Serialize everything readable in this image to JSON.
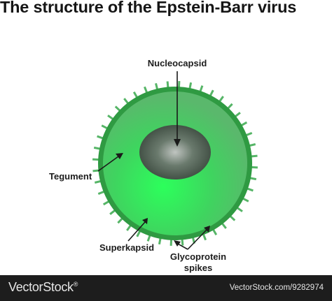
{
  "title": "The structure of the Epstein-Barr virus",
  "labels": {
    "nucleocapsid": "Nucleocapsid",
    "tegument": "Tegument",
    "superkapsid": "Superkapsid",
    "glycoprotein_line1": "Glycoprotein",
    "glycoprotein_line2": "spikes"
  },
  "footer": {
    "brand": "VectorStock",
    "registered": "®",
    "url": "VectorStock.com/9282974"
  },
  "colors": {
    "tegument": "#3fd45f",
    "envelope": "#2f9a42",
    "spikes": "#56b567",
    "nucleocapsid": "#4f5f52",
    "footer": "#1d1d1d"
  }
}
